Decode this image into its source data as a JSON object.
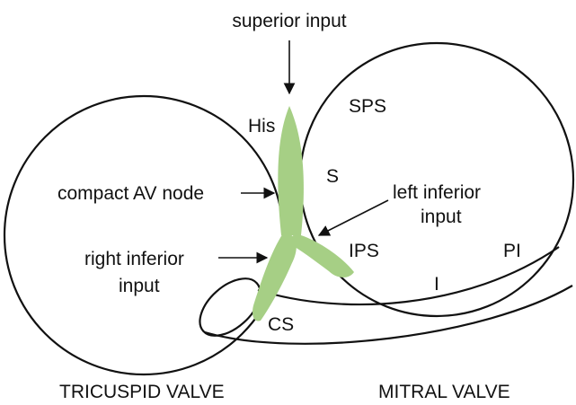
{
  "labels": {
    "superior_input": "superior input",
    "his": "His",
    "sps": "SPS",
    "s": "S",
    "compact_av_node": "compact AV node",
    "left_inferior_input_line1": "left inferior",
    "left_inferior_input_line2": "input",
    "right_inferior_input_line1": "right inferior",
    "right_inferior_input_line2": "input",
    "ips": "IPS",
    "pi": "PI",
    "i": "I",
    "cs": "CS",
    "tricuspid_valve": "TRICUSPID VALVE",
    "mitral_valve": "MITRAL VALVE"
  },
  "colors": {
    "conduction_tissue": "#a6cf85",
    "outline": "#111111",
    "background": "#ffffff"
  }
}
